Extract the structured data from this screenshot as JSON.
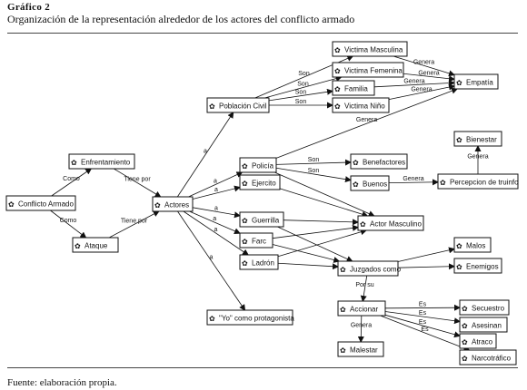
{
  "caption": {
    "label": "Gráfico 2",
    "title": "Organización de la representación alrededor de los actores del conflicto armado"
  },
  "footer": {
    "source": "Fuente: elaboración propia."
  },
  "icon": "concept-node-icon",
  "nodes": [
    {
      "id": "conflicto",
      "label": "Conflicto Armado"
    },
    {
      "id": "enfrentamiento",
      "label": "Enfrentamiento"
    },
    {
      "id": "ataque",
      "label": "Ataque"
    },
    {
      "id": "actores",
      "label": "Actores"
    },
    {
      "id": "poblacion",
      "label": "Población Civil"
    },
    {
      "id": "vmasc",
      "label": "Victima Masculina"
    },
    {
      "id": "vfem",
      "label": "Victima Femenina"
    },
    {
      "id": "familia",
      "label": "Familia"
    },
    {
      "id": "vnino",
      "label": "Victima Niño"
    },
    {
      "id": "empatia",
      "label": "Empatía"
    },
    {
      "id": "policia",
      "label": "Policía"
    },
    {
      "id": "ejercito",
      "label": "Ejercito"
    },
    {
      "id": "benefactores",
      "label": "Benefactores"
    },
    {
      "id": "buenos",
      "label": "Buenos"
    },
    {
      "id": "percepcion",
      "label": "Percepcion de truinfo"
    },
    {
      "id": "bienestar",
      "label": "Bienestar"
    },
    {
      "id": "guerrilla",
      "label": "Guerrilla"
    },
    {
      "id": "farc",
      "label": "Farc"
    },
    {
      "id": "ladron",
      "label": "Ladrón"
    },
    {
      "id": "actormasc",
      "label": "Actor Masculino"
    },
    {
      "id": "juzgados",
      "label": "Juzgados como"
    },
    {
      "id": "malos",
      "label": "Malos"
    },
    {
      "id": "enemigos",
      "label": "Enemigos"
    },
    {
      "id": "accionar",
      "label": "Accionar"
    },
    {
      "id": "malestar",
      "label": "Malestar"
    },
    {
      "id": "secuestro",
      "label": "Secuestro"
    },
    {
      "id": "asesinan",
      "label": "Asesinan"
    },
    {
      "id": "atraco",
      "label": "Atraco"
    },
    {
      "id": "narco",
      "label": "Narcotráfico"
    },
    {
      "id": "yo",
      "label": "\"Yo\" como protagonista"
    }
  ],
  "edges": [
    {
      "from": "conflicto",
      "to": "enfrentamiento",
      "label": "Como"
    },
    {
      "from": "conflicto",
      "to": "ataque",
      "label": "Como"
    },
    {
      "from": "enfrentamiento",
      "to": "actores",
      "label": "Tiene por"
    },
    {
      "from": "ataque",
      "to": "actores",
      "label": "Tiene por"
    },
    {
      "from": "actores",
      "to": "poblacion",
      "label": "a"
    },
    {
      "from": "actores",
      "to": "policia",
      "label": "a"
    },
    {
      "from": "actores",
      "to": "ejercito",
      "label": "a"
    },
    {
      "from": "actores",
      "to": "guerrilla",
      "label": "a"
    },
    {
      "from": "actores",
      "to": "farc",
      "label": "a"
    },
    {
      "from": "actores",
      "to": "ladron",
      "label": "a"
    },
    {
      "from": "actores",
      "to": "yo",
      "label": "a"
    },
    {
      "from": "poblacion",
      "to": "vmasc",
      "label": "Son"
    },
    {
      "from": "poblacion",
      "to": "vfem",
      "label": "Son"
    },
    {
      "from": "poblacion",
      "to": "familia",
      "label": "Son"
    },
    {
      "from": "poblacion",
      "to": "vnino",
      "label": "Son"
    },
    {
      "from": "vfem",
      "to": "empatia",
      "label": "Genera"
    },
    {
      "from": "vmasc",
      "to": "empatia",
      "label": "Genera"
    },
    {
      "from": "familia",
      "to": "empatia",
      "label": "Genera"
    },
    {
      "from": "vnino",
      "to": "empatia",
      "label": "Genera"
    },
    {
      "from": "policia",
      "to": "empatia",
      "label": "Genera"
    },
    {
      "from": "policia",
      "to": "benefactores",
      "label": "Son"
    },
    {
      "from": "policia",
      "to": "buenos",
      "label": "Son"
    },
    {
      "from": "policia",
      "to": "actormasc",
      "label": ""
    },
    {
      "from": "ejercito",
      "to": "actormasc",
      "label": ""
    },
    {
      "from": "buenos",
      "to": "percepcion",
      "label": "Genera"
    },
    {
      "from": "percepcion",
      "to": "bienestar",
      "label": "Genera"
    },
    {
      "from": "guerrilla",
      "to": "actormasc",
      "label": ""
    },
    {
      "from": "farc",
      "to": "actormasc",
      "label": ""
    },
    {
      "from": "ladron",
      "to": "actormasc",
      "label": ""
    },
    {
      "from": "guerrilla",
      "to": "juzgados",
      "label": ""
    },
    {
      "from": "farc",
      "to": "juzgados",
      "label": ""
    },
    {
      "from": "ladron",
      "to": "juzgados",
      "label": ""
    },
    {
      "from": "juzgados",
      "to": "malos",
      "label": ""
    },
    {
      "from": "juzgados",
      "to": "enemigos",
      "label": ""
    },
    {
      "from": "juzgados",
      "to": "accionar",
      "label": "Por su"
    },
    {
      "from": "accionar",
      "to": "malestar",
      "label": "Genera"
    },
    {
      "from": "accionar",
      "to": "secuestro",
      "label": "Es"
    },
    {
      "from": "accionar",
      "to": "asesinan",
      "label": "Es"
    },
    {
      "from": "accionar",
      "to": "atraco",
      "label": "Es"
    },
    {
      "from": "accionar",
      "to": "narco",
      "label": "Es"
    }
  ]
}
